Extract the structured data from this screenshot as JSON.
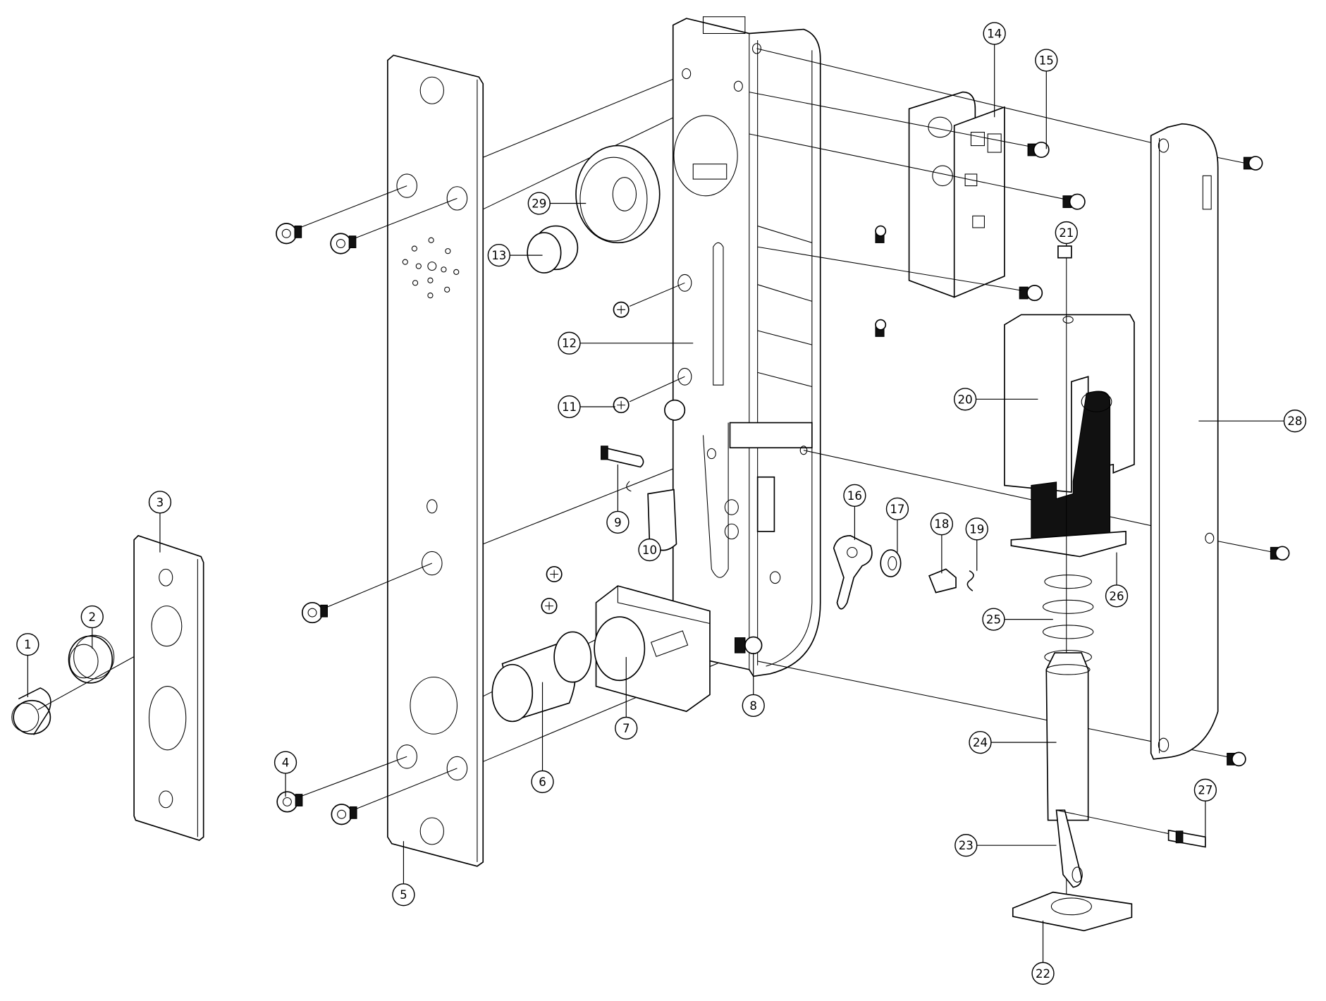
{
  "title": "Exploded view of electronic lock assembly",
  "callouts": [
    {
      "id": "1",
      "label": "1"
    },
    {
      "id": "2",
      "label": "2"
    },
    {
      "id": "3",
      "label": "3"
    },
    {
      "id": "4",
      "label": "4"
    },
    {
      "id": "5",
      "label": "5"
    },
    {
      "id": "6",
      "label": "6"
    },
    {
      "id": "7",
      "label": "7"
    },
    {
      "id": "8",
      "label": "8"
    },
    {
      "id": "9",
      "label": "9"
    },
    {
      "id": "10",
      "label": "10"
    },
    {
      "id": "11",
      "label": "11"
    },
    {
      "id": "12",
      "label": "12"
    },
    {
      "id": "13",
      "label": "13"
    },
    {
      "id": "14",
      "label": "14"
    },
    {
      "id": "15",
      "label": "15"
    },
    {
      "id": "16",
      "label": "16"
    },
    {
      "id": "17",
      "label": "17"
    },
    {
      "id": "18",
      "label": "18"
    },
    {
      "id": "19",
      "label": "19"
    },
    {
      "id": "20",
      "label": "20"
    },
    {
      "id": "21",
      "label": "21"
    },
    {
      "id": "22",
      "label": "22"
    },
    {
      "id": "23",
      "label": "23"
    },
    {
      "id": "24",
      "label": "24"
    },
    {
      "id": "25",
      "label": "25"
    },
    {
      "id": "26",
      "label": "26"
    },
    {
      "id": "27",
      "label": "27"
    },
    {
      "id": "28",
      "label": "28"
    },
    {
      "id": "29",
      "label": "29"
    }
  ],
  "colors": {
    "line": "#000000",
    "background": "#ffffff"
  }
}
